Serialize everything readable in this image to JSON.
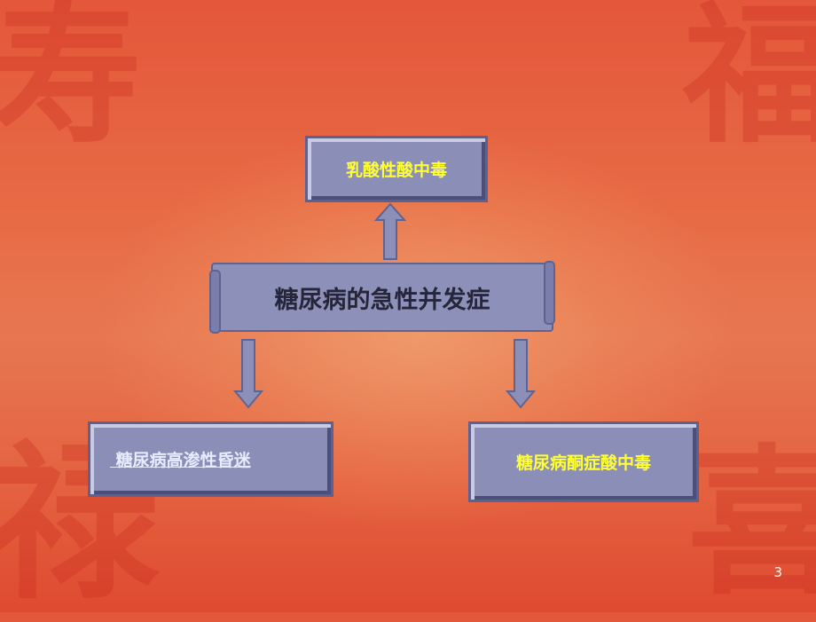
{
  "diagram": {
    "center_title": "糖尿病的急性并发症",
    "top_box": "乳酸性酸中毒",
    "left_box": " 糖尿病高渗性昏迷",
    "right_box": "糖尿病酮症酸中毒"
  },
  "page_number": "3",
  "colors": {
    "box_fill": "#8b8fb8",
    "box_text": "#ffff33",
    "link_text": "#e8ecff",
    "background": "#e4573a"
  }
}
